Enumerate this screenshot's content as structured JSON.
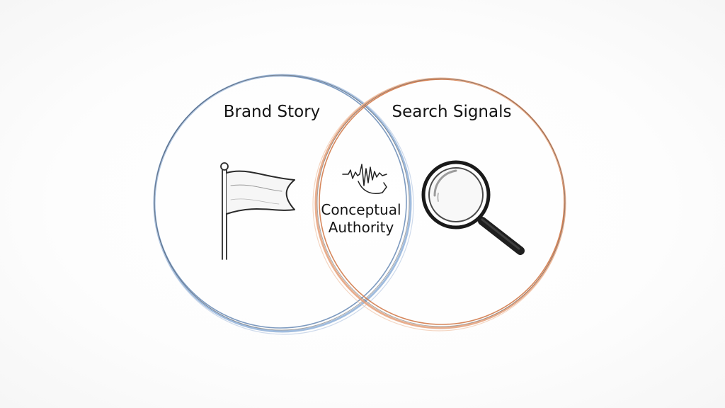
{
  "venn": {
    "left": {
      "label": "Brand Story",
      "icon": "flag-icon",
      "color": "#7fa2cf"
    },
    "right": {
      "label": "Search Signals",
      "icon": "magnifying-glass-icon",
      "color": "#d9875a"
    },
    "overlap": {
      "label_line1": "Conceptual",
      "label_line2": "Authority",
      "icon": "signal-waveform-icon"
    }
  }
}
